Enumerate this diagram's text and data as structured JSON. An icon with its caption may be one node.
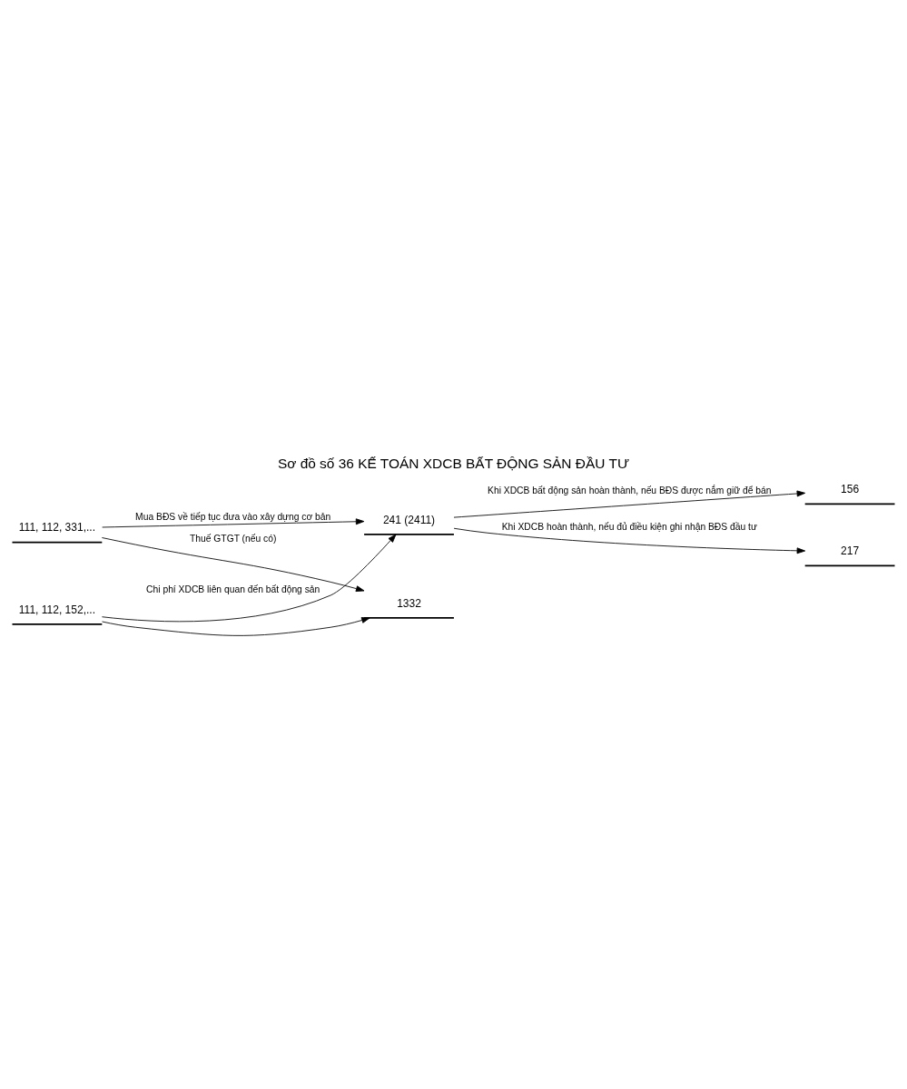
{
  "diagram": {
    "title": "Sơ đồ số 36 KẾ TOÁN XDCB BẤT ĐỘNG SẢN ĐẦU TƯ",
    "nodes": [
      {
        "text": [
          "111, 112, 331,..."
        ]
      },
      {
        "text": [
          "241 (2411)"
        ]
      },
      {
        "text": [
          "156"
        ]
      },
      {
        "text": [
          "1332"
        ]
      },
      {
        "text": [
          "217"
        ]
      },
      {
        "text": [
          "111, 112, 152,..."
        ]
      }
    ],
    "edges": [
      {
        "from": 0,
        "to": 1,
        "arrow": "to",
        "label": "Mua BĐS về tiếp tục đưa vào xây dựng cơ bản"
      },
      {
        "from": 1,
        "to": 2,
        "arrow": "to",
        "label": "Khi XDCB bất động sản hoàn thành, nếu BĐS được nắm giữ để bán"
      },
      {
        "from": 0,
        "to": 3,
        "arrow": "to",
        "label": "Thuế GTGT (nếu có)"
      },
      {
        "from": 1,
        "to": 4,
        "arrow": "to",
        "label": "Khi XDCB hoàn thành, nếu đủ điều kiện ghi nhận BĐS đầu tư"
      },
      {
        "from": 5,
        "to": 3,
        "arrow": "to"
      },
      {
        "from": 5,
        "to": 1,
        "arrow": "to",
        "label": "Chi phí XDCB liên quan đến bất động sản"
      }
    ]
  }
}
